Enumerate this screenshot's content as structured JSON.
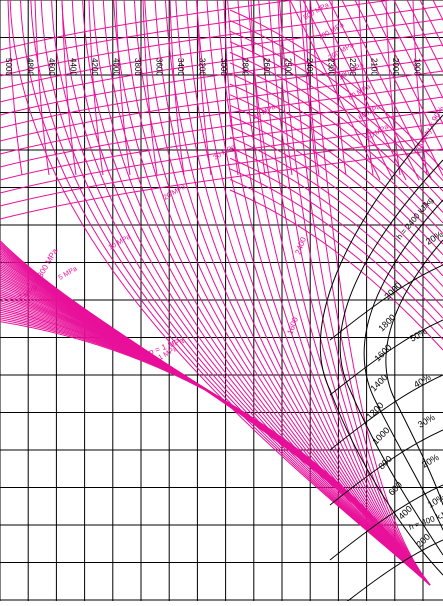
{
  "chart_data": {
    "type": "line",
    "colors": {
      "grid": "#000000",
      "isolines": "#e8109a",
      "saturation_lines": "#000000",
      "background": "#ffffff"
    },
    "grid": true,
    "top_column_labels": [
      "5000",
      "4800",
      "4600",
      "4400",
      "4200",
      "4000",
      "3800",
      "3600",
      "3400",
      "3200",
      "3000",
      "2800",
      "2600",
      "2500",
      "2400",
      "2300",
      "2200",
      "2100",
      "2000",
      "1900"
    ],
    "right_h_labels": [
      "2000",
      "1800",
      "1600",
      "1400",
      "1200",
      "1000",
      "800",
      "600",
      "400",
      "200"
    ],
    "right_quality_labels": [
      "20%",
      "50%",
      "40%",
      "30%",
      "20%",
      "10%"
    ],
    "diagonal_pressure_labels": [
      "500 MPa",
      "300 MPa",
      "200 MPa",
      "100 MPa",
      "80 MPa",
      "60 MPa",
      "50 MPa",
      "40 MPa",
      "30 MPa",
      "20 MPa",
      "10 MPa",
      "5 MPa",
      "2 MPa",
      "1 MPa"
    ],
    "curve_annotations": [
      "p = 300 MPa",
      "h = 2400 kJ/kg",
      "quality = 90%",
      "p = 1 MPa",
      "h = 400 kJ/kg",
      "1600",
      "2400"
    ]
  }
}
